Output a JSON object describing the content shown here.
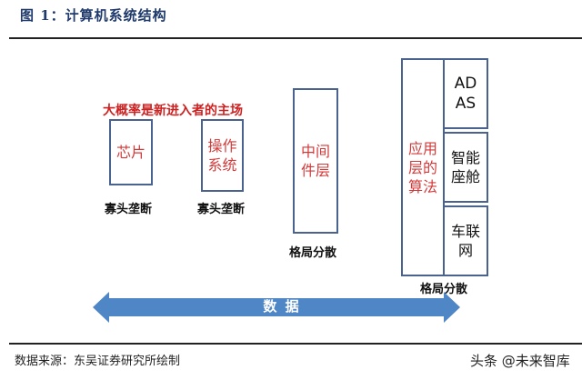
{
  "header": {
    "title": "图 1：计算机系统结构"
  },
  "diagram": {
    "caption": "大概率是新进入者的主场",
    "blocks": [
      {
        "label_line1": "芯片",
        "label_line2": "",
        "status": "寡头垄断"
      },
      {
        "label_line1": "操作",
        "label_line2": "系统",
        "status": "寡头垄断"
      },
      {
        "label_line1": "中间",
        "label_line2": "件层",
        "status": "格局分散"
      }
    ],
    "app_layer": {
      "label_line1": "应用",
      "label_line2": "层的",
      "label_line3": "算法",
      "status": "格局分散",
      "sub_blocks": [
        {
          "line1": "AD",
          "line2": "AS"
        },
        {
          "line1": "智能",
          "line2": "座舱"
        },
        {
          "line1": "车联",
          "line2": "网"
        }
      ]
    },
    "arrow": {
      "label": "数 据",
      "color": "#4f86c6"
    }
  },
  "footer": {
    "source": "数据来源：东吴证券研究所绘制",
    "watermark": "头条 @未来智库"
  }
}
